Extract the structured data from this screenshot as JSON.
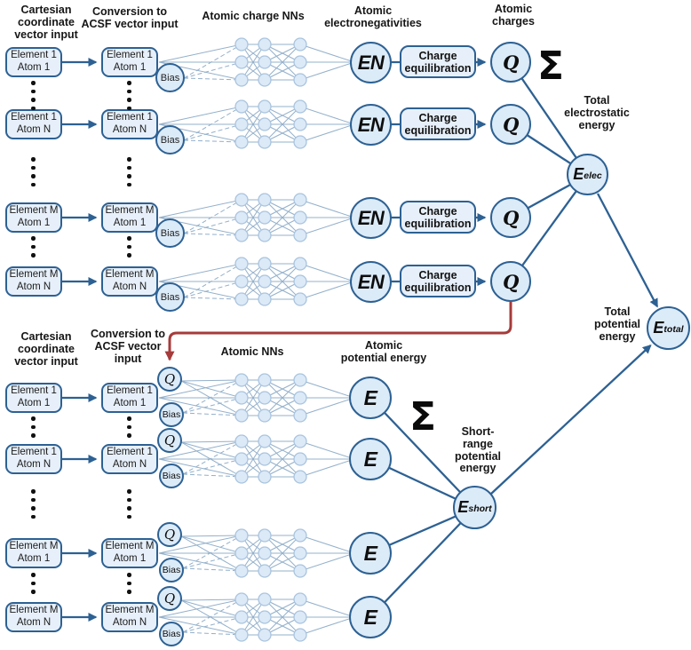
{
  "top_section": {
    "headers": {
      "cartesian": "Cartesian\ncoordinate\nvector input",
      "conversion": "Conversion to\nACSF vector input",
      "nn": "Atomic charge NNs",
      "electronegativities": "Atomic\nelectronegativities",
      "charges": "Atomic\ncharges",
      "electrostatic": "Total\nelectrostatic\nenergy"
    },
    "sum_symbol": "Σ",
    "rows": [
      {
        "input_label": "Element 1\nAtom 1",
        "acsf_label": "Element 1\nAtom 1",
        "bias_label": "Bias",
        "en_label": "EN",
        "chargeq_label": "Charge\nequilibration",
        "q_label": "Q"
      },
      {
        "input_label": "Element 1\nAtom N",
        "acsf_label": "Element 1\nAtom N",
        "bias_label": "Bias",
        "en_label": "EN",
        "chargeq_label": "Charge\nequilibration",
        "q_label": "Q"
      },
      {
        "input_label": "Element M\nAtom 1",
        "acsf_label": "Element M\nAtom 1",
        "bias_label": "Bias",
        "en_label": "EN",
        "chargeq_label": "Charge\nequilibration",
        "q_label": "Q"
      },
      {
        "input_label": "Element M\nAtom N",
        "acsf_label": "Element M\nAtom N",
        "bias_label": "Bias",
        "en_label": "EN",
        "chargeq_label": "Charge\nequilibration",
        "q_label": "Q"
      }
    ],
    "e_elec": {
      "base": "E",
      "sub": "elec"
    }
  },
  "bottom_section": {
    "headers": {
      "cartesian": "Cartesian\ncoordinate\nvector input",
      "conversion": "Conversion to\nACSF vector\ninput",
      "nn": "Atomic NNs",
      "potential": "Atomic\npotential energy",
      "short_range": "Short-\nrange\npotential\nenergy",
      "total": "Total\npotential\nenergy"
    },
    "sum_symbol": "Σ",
    "rows": [
      {
        "input_label": "Element 1\nAtom 1",
        "acsf_label": "Element 1\nAtom 1",
        "q_label": "Q",
        "bias_label": "Bias",
        "e_label": "E"
      },
      {
        "input_label": "Element 1\nAtom N",
        "acsf_label": "Element 1\nAtom N",
        "q_label": "Q",
        "bias_label": "Bias",
        "e_label": "E"
      },
      {
        "input_label": "Element M\nAtom 1",
        "acsf_label": "Element M\nAtom 1",
        "q_label": "Q",
        "bias_label": "Bias",
        "e_label": "E"
      },
      {
        "input_label": "Element M\nAtom N",
        "acsf_label": "Element M\nAtom N",
        "q_label": "Q",
        "bias_label": "Bias",
        "e_label": "E"
      }
    ],
    "e_short": {
      "base": "E",
      "sub": "short"
    },
    "e_total": {
      "base": "E",
      "sub": "total"
    }
  },
  "colors": {
    "stroke_blue": "#2d6193",
    "box_fill": "#e7f0fa",
    "node_fill": "#dce9f7",
    "node_stroke": "#a9c4de",
    "mesh_line": "#93b0cb",
    "red_arrow": "#a63b3b",
    "text": "#161616"
  }
}
